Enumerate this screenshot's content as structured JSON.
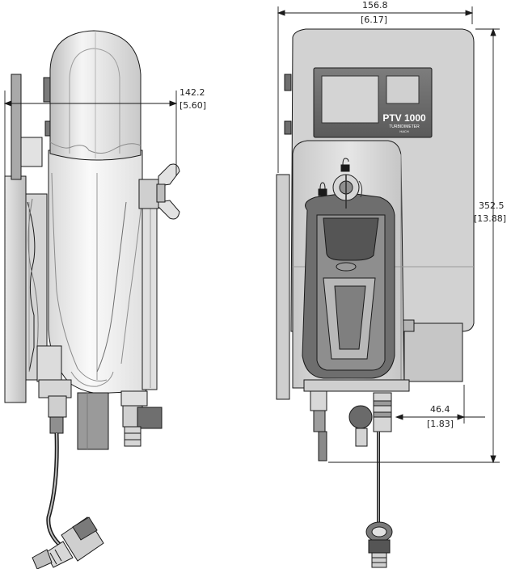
{
  "dimensions": {
    "side_depth": {
      "mm": "142.2",
      "inch": "[5.60]"
    },
    "front_width": {
      "mm": "156.8",
      "inch": "[6.17]"
    },
    "overall_height": {
      "mm": "352.5",
      "inch": "[13.88]"
    },
    "outlet_offset": {
      "mm": "46.4",
      "inch": "[1.83]"
    }
  },
  "product": {
    "model": "PTV 1000",
    "subtitle": "TURBIDIMETER",
    "brand": "HACH"
  },
  "colors": {
    "line": "#1a1a1a",
    "body_light": "#f2f2f2",
    "body_mid": "#d6d6d6",
    "body_dark": "#8c8c8c",
    "panel": "#4a4a4a",
    "screen": "#d0d0d0"
  },
  "icons": [
    "wing-nut-icon",
    "lock-icon",
    "unlock-icon",
    "quick-connect-fitting-icon"
  ]
}
